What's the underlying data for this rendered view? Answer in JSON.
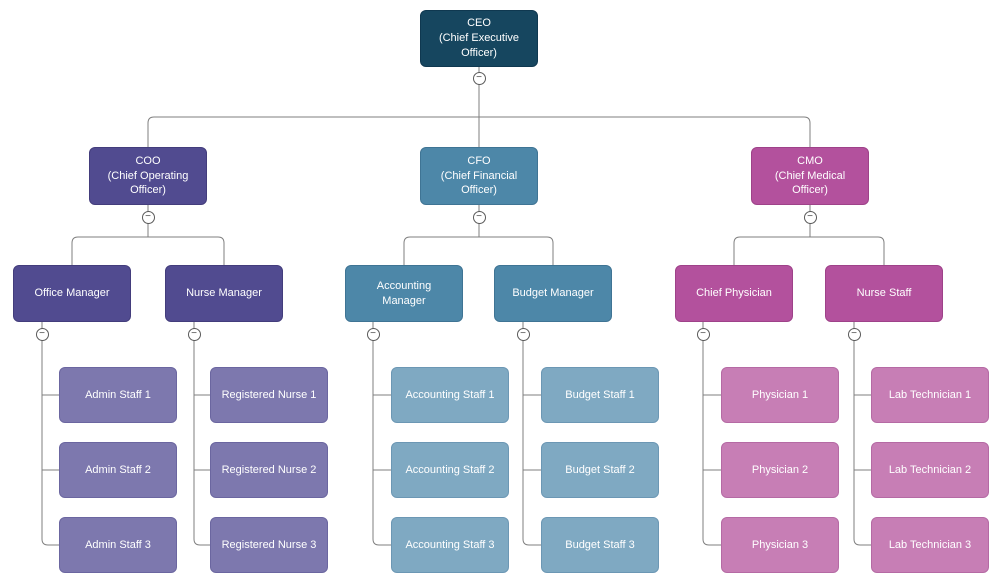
{
  "ui": {
    "collapse_glyph": "−"
  },
  "colors": {
    "connector": "#7f7f7f",
    "executive": "#16465f",
    "operations": "#514b90",
    "operations_light": "#7d78ae",
    "finance": "#4d87a8",
    "finance_light": "#7fa9c2",
    "medical": "#b3519d",
    "medical_light": "#c77eb5"
  },
  "nodes": {
    "ceo": "CEO\n(Chief Executive\nOfficer)",
    "coo": "COO\n(Chief Operating\nOfficer)",
    "cfo": "CFO\n(Chief Financial\nOfficer)",
    "cmo": "CMO\n(Chief Medical\nOfficer)",
    "office_manager": "Office Manager",
    "nurse_manager": "Nurse Manager",
    "accounting_manager": "Accounting\nManager",
    "budget_manager": "Budget Manager",
    "chief_physician": "Chief Physician",
    "nurse_staff": "Nurse Staff",
    "admin_staff": [
      "Admin Staff 1",
      "Admin Staff 2",
      "Admin Staff 3"
    ],
    "registered_nurses": [
      "Registered Nurse 1",
      "Registered Nurse 2",
      "Registered Nurse 3"
    ],
    "accounting_staff": [
      "Accounting Staff 1",
      "Accounting Staff 2",
      "Accounting Staff 3"
    ],
    "budget_staff": [
      "Budget Staff 1",
      "Budget Staff 2",
      "Budget Staff 3"
    ],
    "physicians": [
      "Physician 1",
      "Physician 2",
      "Physician 3"
    ],
    "lab_technicians": [
      "Lab Technician 1",
      "Lab Technician 2",
      "Lab Technician 3"
    ]
  }
}
